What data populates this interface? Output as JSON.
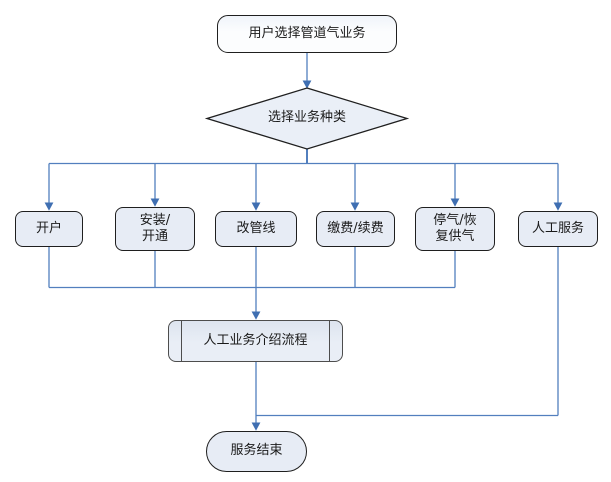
{
  "flowchart": {
    "start": {
      "label": "用户选择管道气业务"
    },
    "decision": {
      "label": "选择业务种类"
    },
    "branches": [
      {
        "label": "开户"
      },
      {
        "label": "安装/\n开通"
      },
      {
        "label": "改管线"
      },
      {
        "label": "缴费/续费"
      },
      {
        "label": "停气/恢\n复供气"
      },
      {
        "label": "人工服务"
      }
    ],
    "process": {
      "label": "人工业务介绍流程"
    },
    "end": {
      "label": "服务结束"
    },
    "colors": {
      "connector": "#527fbe",
      "arrow": "#3f6fb2",
      "node_border": "#1f1f1f",
      "node_fill": "#e7ecf5",
      "diamond_fill": "#eaeff7",
      "start_fill": "#fcfdfe",
      "process_border": "#4d4d4d",
      "text": "#1a1a1a"
    }
  }
}
